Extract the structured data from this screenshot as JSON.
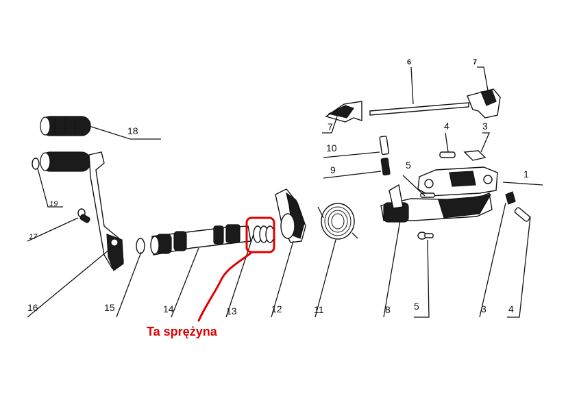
{
  "accent_color": "#e00000",
  "annotation": {
    "text": "Ta sprężyna"
  },
  "callouts": {
    "c1": "1",
    "c3a": "3",
    "c3b": "3",
    "c4a": "4",
    "c4b": "4",
    "c5a": "5",
    "c5b": "5",
    "c6": "6",
    "c7a": "7",
    "c7b": "7",
    "c8": "8",
    "c9": "9",
    "c10": "10",
    "c11": "11",
    "c12": "12",
    "c13": "13",
    "c14": "14",
    "c15": "15",
    "c16": "16",
    "c17": "17",
    "c18": "18",
    "c19": "19"
  }
}
